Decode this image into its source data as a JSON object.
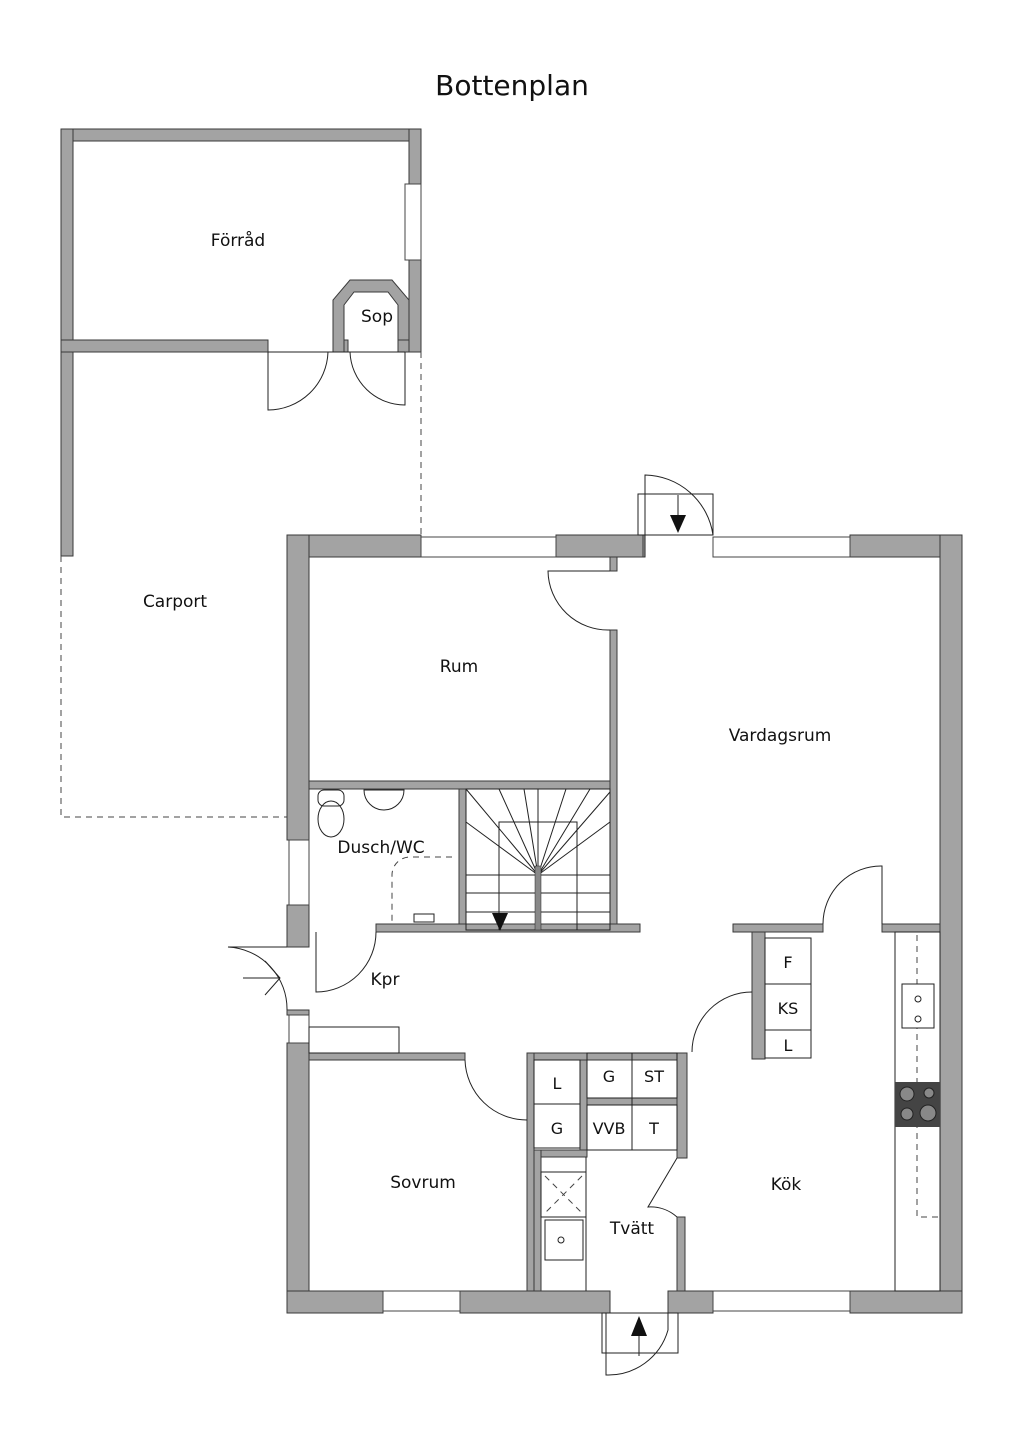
{
  "title": "Bottenplan",
  "rooms": {
    "forrad": "Förråd",
    "sop": "Sop",
    "carport": "Carport",
    "rum": "Rum",
    "vardagsrum": "Vardagsrum",
    "dusch_wc": "Dusch/WC",
    "kpr": "Kpr",
    "sovrum": "Sovrum",
    "kok": "Kök",
    "tvatt": "Tvätt"
  },
  "cabinets": {
    "f": "F",
    "ks": "KS",
    "l_kitchen": "L",
    "l_hall": "L",
    "g_hall": "G",
    "g": "G",
    "st": "ST",
    "vvb": "VVB",
    "t": "T"
  },
  "colors": {
    "wall": "#a3a3a3",
    "line": "#222222"
  }
}
